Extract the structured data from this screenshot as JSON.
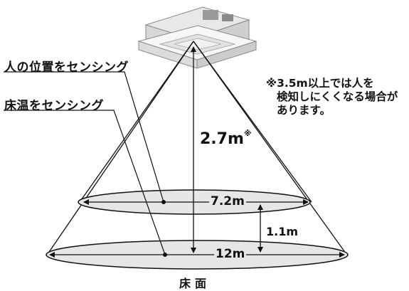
{
  "labels": {
    "sensing_person": "人の位置をセンシング",
    "sensing_floor": "床温をセンシング",
    "note_line1": "※3.5m以上では人を",
    "note_line2": "検知しにくくなる場合が",
    "note_line3": "あります。",
    "height_value": "2.7m",
    "height_mark": "※",
    "width_small": "7.2m",
    "height_diff": "1.1m",
    "width_large": "12m",
    "floor": "床面"
  },
  "colors": {
    "ellipse_fill": "#e6e6e6",
    "line": "#111111",
    "unit_body": "#f2f2f2",
    "unit_shadow": "#bdbdbd"
  }
}
